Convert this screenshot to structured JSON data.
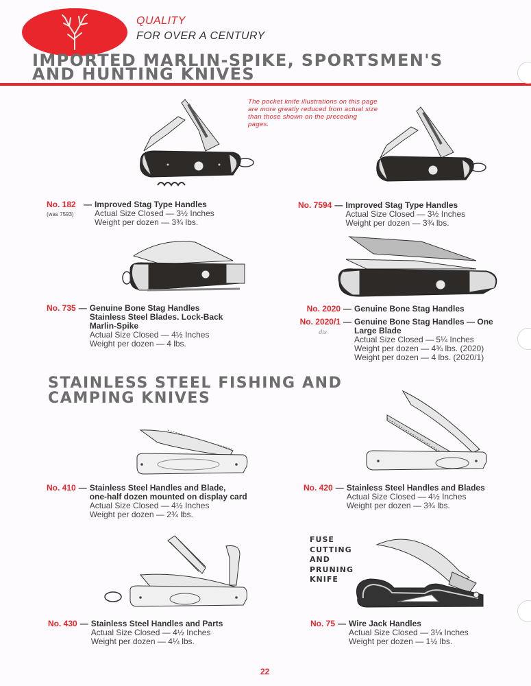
{
  "header": {
    "tagline_line1": "QUALITY",
    "tagline_line2": "FOR OVER A CENTURY",
    "logo_icon": "tree-icon",
    "brand_color": "#e8262b"
  },
  "sections": [
    {
      "title_line1": "IMPORTED MARLIN-SPIKE, SPORTSMEN'S",
      "title_line2": "AND HUNTING KNIVES"
    },
    {
      "title_line1": "STAINLESS STEEL FISHING AND",
      "title_line2": "CAMPING KNIVES"
    }
  ],
  "note": "The pocket knife illustrations on this page are more greatly reduced from actual size than those shown on the preceding pages.",
  "fuse_label": [
    "FUSE",
    "CUTTING",
    "AND",
    "PRUNING",
    "KNIFE"
  ],
  "products": [
    {
      "number": "No. 182",
      "was": "(was 7593)",
      "desc": [
        "Improved Stag Type Handles"
      ],
      "specs": [
        "Actual Size Closed — 3½ Inches",
        "Weight per dozen — 3¾ lbs."
      ],
      "image": "multi-blade-stag-knife-with-corkscrew"
    },
    {
      "number": "No. 7594",
      "desc": [
        "Improved Stag Type Handles"
      ],
      "specs": [
        "Actual Size Closed — 3½ Inches",
        "Weight per dozen — 3¾ lbs."
      ],
      "image": "multi-blade-stag-knife"
    },
    {
      "number": "No. 735",
      "desc": [
        "Genuine Bone Stag Handles",
        "Stainless Steel Blades. Lock-Back",
        "Marlin-Spike"
      ],
      "specs": [
        "Actual Size Closed — 4½ Inches",
        "Weight per dozen — 4 lbs."
      ],
      "image": "lock-back-marlin-spike-knife"
    },
    {
      "number": "No. 2020",
      "desc": [
        "Genuine Bone Stag Handles"
      ],
      "specs": [],
      "image": "two-blade-stag-knife"
    },
    {
      "number": "No. 2020/1",
      "desc": [
        "Genuine Bone Stag Handles — One",
        "Large Blade"
      ],
      "specs": [
        "Actual Size Closed — 5¼ Inches",
        "Weight per dozen — 4¾ lbs. (2020)",
        "Weight per dozen — 4 lbs. (2020/1)"
      ],
      "handwritten_note": "dis"
    },
    {
      "number": "No. 410",
      "desc": [
        "Stainless Steel Handles and Blade,",
        "one-half dozen mounted on display card"
      ],
      "specs": [
        "Actual Size Closed — 4½ Inches",
        "Weight per dozen — 2¾ lbs."
      ],
      "image": "stainless-fishing-knife"
    },
    {
      "number": "No. 420",
      "desc": [
        "Stainless Steel Handles and Blades"
      ],
      "specs": [
        "Actual Size Closed — 4½ Inches",
        "Weight per dozen — 3¾ lbs."
      ],
      "image": "stainless-sportsman-knife"
    },
    {
      "number": "No. 430",
      "desc": [
        "Stainless Steel Handles and Parts"
      ],
      "specs": [
        "Actual Size Closed — 4½ Inches",
        "Weight per dozen — 4¼ lbs."
      ],
      "image": "stainless-camper-knife-with-fork"
    },
    {
      "number": "No. 75",
      "desc": [
        "Wire Jack Handles"
      ],
      "specs": [
        "Actual Size Closed — 3⅛ Inches",
        "Weight per dozen — 1½ lbs."
      ],
      "image": "wire-jack-pruning-knife"
    }
  ],
  "page_number": "22"
}
